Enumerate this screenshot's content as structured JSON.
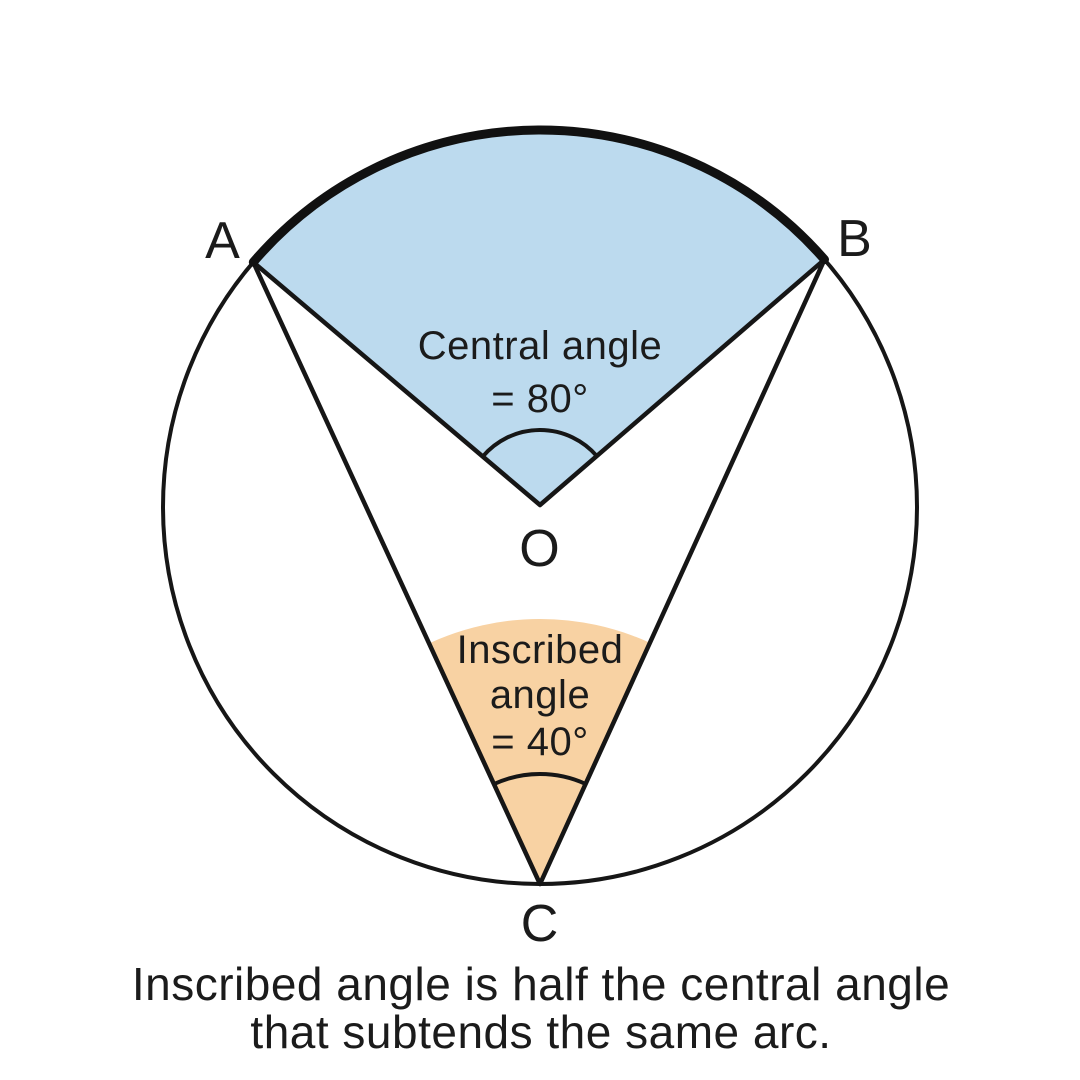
{
  "diagram": {
    "points": {
      "a_label": "A",
      "b_label": "B",
      "o_label": "O",
      "c_label": "C"
    },
    "central_angle": {
      "line1": "Central angle",
      "line2": "= 80°",
      "value_degrees": 80
    },
    "inscribed_angle": {
      "line1": "Inscribed",
      "line2": "angle",
      "line3": "= 40°",
      "value_degrees": 40
    },
    "caption": {
      "line1": "Inscribed angle is half the central angle",
      "line2": "that subtends the same arc."
    },
    "colors": {
      "central_sector_fill": "#BCDAEE",
      "inscribed_sector_fill": "#F8D2A3",
      "line": "#161616",
      "background": "#FFFFFF"
    }
  }
}
